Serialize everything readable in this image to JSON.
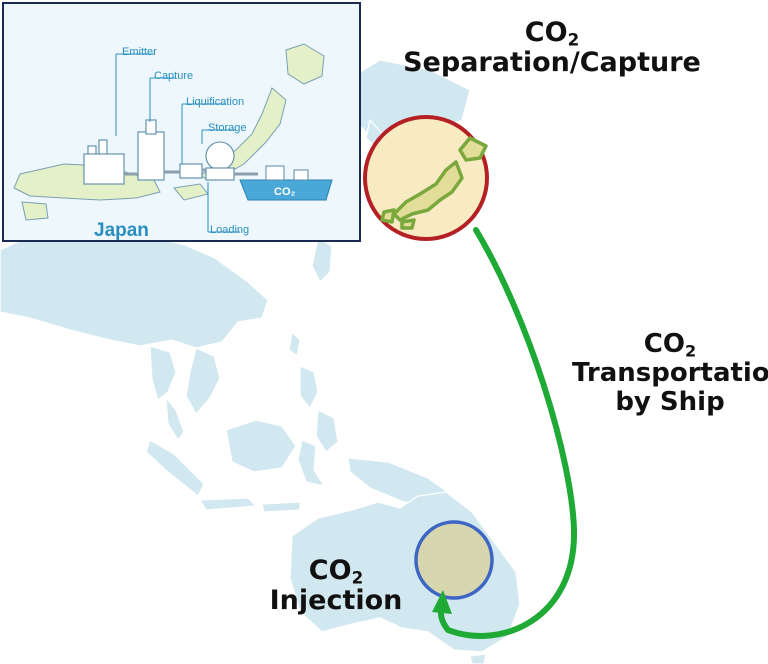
{
  "labels": {
    "capture": {
      "co": "CO",
      "sub": "2",
      "line2": "Separation/Capture"
    },
    "transport": {
      "co": "CO",
      "sub": "2",
      "line2": "Transportation",
      "line3": "by Ship"
    },
    "injection": {
      "co": "CO",
      "sub": "2",
      "line2": "Injection"
    }
  },
  "inset": {
    "country": "Japan",
    "stages": {
      "emitter": "Emitter",
      "capture": "Capture",
      "liquification": "Liquification",
      "storage": "Storage",
      "loading": "Loading"
    },
    "ship_label": "CO₂"
  },
  "colors": {
    "map_land": "#d2e8f0",
    "japan_circle_fill": "#f8ebc4",
    "japan_circle_stroke": "#b52025",
    "japan_outline": "#7aa83c",
    "australia_circle_fill": "#d8d6ae",
    "australia_circle_stroke": "#3d66c4",
    "ship_route": "#1faa36",
    "inset_border": "#1b2a52",
    "inset_accent": "#2a8fc0"
  }
}
